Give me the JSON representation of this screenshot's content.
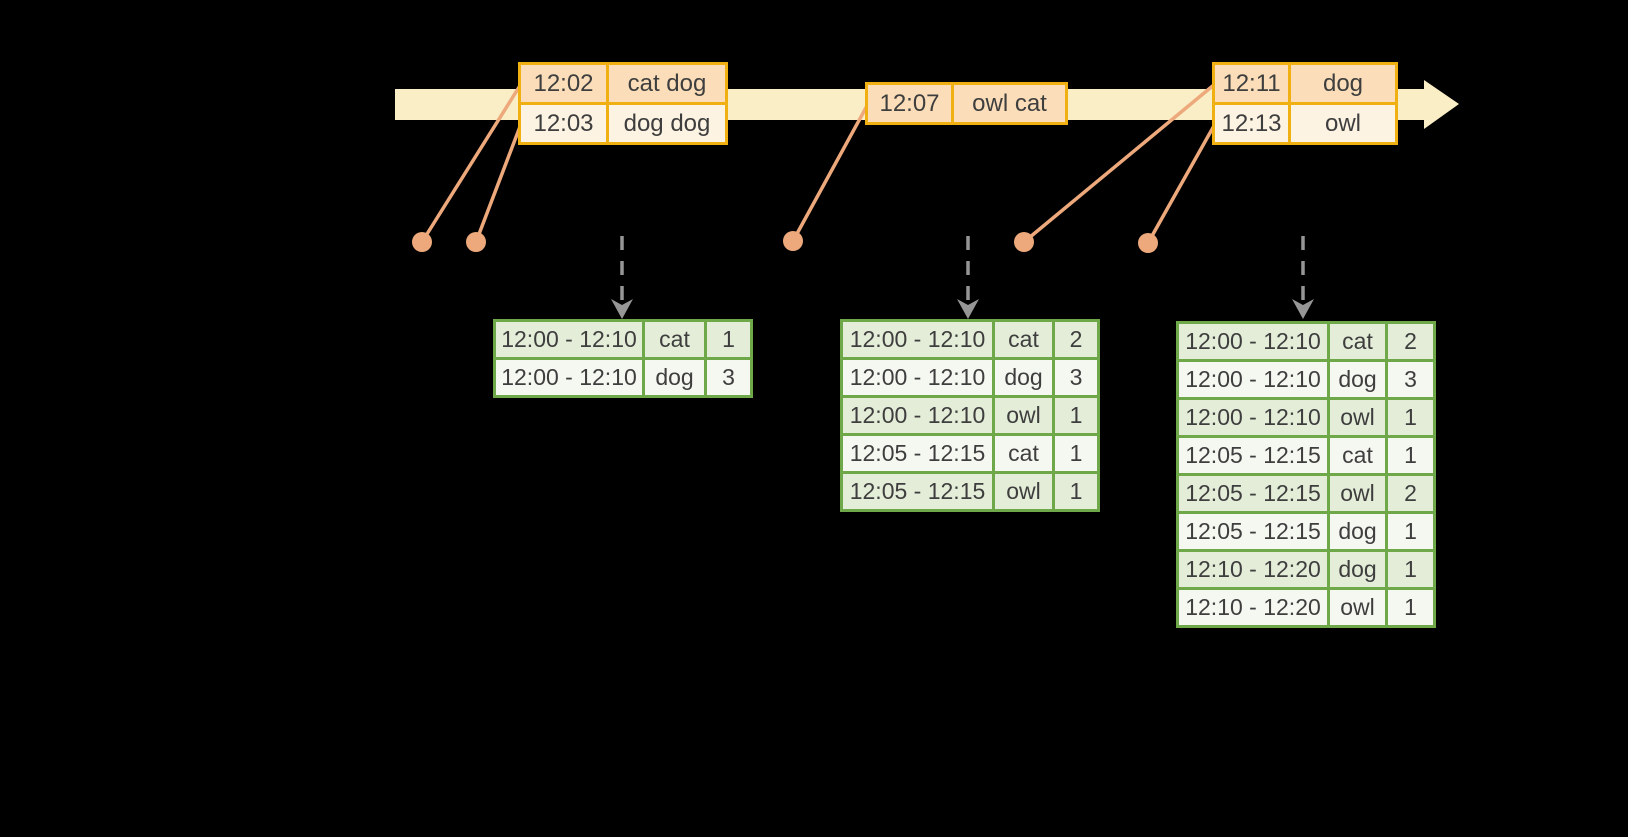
{
  "diagram": {
    "description": "timeline of word events flowing into windowed count result tables"
  },
  "event_tables": [
    {
      "rows": [
        {
          "time": "12:02",
          "words": "cat dog"
        },
        {
          "time": "12:03",
          "words": "dog dog"
        }
      ]
    },
    {
      "rows": [
        {
          "time": "12:07",
          "words": "owl cat"
        }
      ]
    },
    {
      "rows": [
        {
          "time": "12:11",
          "words": "dog"
        },
        {
          "time": "12:13",
          "words": "owl"
        }
      ]
    }
  ],
  "result_tables": [
    {
      "rows": [
        {
          "window": "12:00 - 12:10",
          "word": "cat",
          "count": "1"
        },
        {
          "window": "12:00 - 12:10",
          "word": "dog",
          "count": "3"
        }
      ]
    },
    {
      "rows": [
        {
          "window": "12:00 - 12:10",
          "word": "cat",
          "count": "2"
        },
        {
          "window": "12:00 - 12:10",
          "word": "dog",
          "count": "3"
        },
        {
          "window": "12:00 - 12:10",
          "word": "owl",
          "count": "1"
        },
        {
          "window": "12:05 - 12:15",
          "word": "cat",
          "count": "1"
        },
        {
          "window": "12:05 - 12:15",
          "word": "owl",
          "count": "1"
        }
      ]
    },
    {
      "rows": [
        {
          "window": "12:00 - 12:10",
          "word": "cat",
          "count": "2"
        },
        {
          "window": "12:00 - 12:10",
          "word": "dog",
          "count": "3"
        },
        {
          "window": "12:00 - 12:10",
          "word": "owl",
          "count": "1"
        },
        {
          "window": "12:05 - 12:15",
          "word": "cat",
          "count": "1"
        },
        {
          "window": "12:05 - 12:15",
          "word": "owl",
          "count": "2"
        },
        {
          "window": "12:05 - 12:15",
          "word": "dog",
          "count": "1"
        },
        {
          "window": "12:10 - 12:20",
          "word": "dog",
          "count": "1"
        },
        {
          "window": "12:10 - 12:20",
          "word": "owl",
          "count": "1"
        }
      ]
    }
  ],
  "colors": {
    "background": "#000000",
    "timeline_fill": "#FAEEC6",
    "event_border": "#F0B011",
    "event_row_dark": "#FBDEB9",
    "event_row_light": "#FDF3E3",
    "result_border": "#6FA848",
    "result_row_dark": "#E4EDD8",
    "result_row_light": "#F5F8F1",
    "connector": "#EDA97B",
    "trigger_arrow": "#969696",
    "text": "#3E3E3E"
  }
}
